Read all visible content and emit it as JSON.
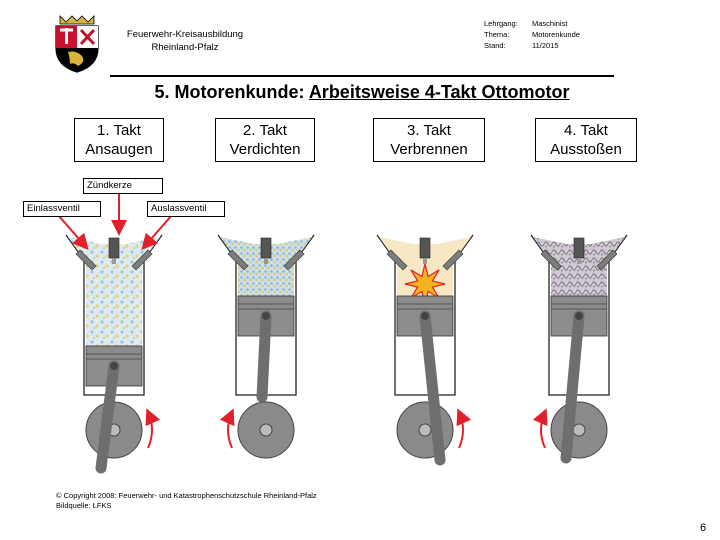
{
  "header": {
    "org_line1": "Feuerwehr-Kreisausbildung",
    "org_line2": "Rheinland-Pfalz",
    "meta": [
      {
        "key": "Lehrgang:",
        "value": "Maschinist"
      },
      {
        "key": "Thema:",
        "value": "Motorenkunde"
      },
      {
        "key": "Stand:",
        "value": "11/2015"
      }
    ]
  },
  "title": {
    "prefix": "5. Motorenkunde: ",
    "underlined": "Arbeitsweise 4-Takt Ottomotor"
  },
  "strokes": [
    {
      "line1": "1. Takt",
      "line2": "Ansaugen"
    },
    {
      "line1": "2. Takt",
      "line2": "Verdichten"
    },
    {
      "line1": "3. Takt",
      "line2": "Verbrennen"
    },
    {
      "line1": "4. Takt",
      "line2": "Ausstoßen"
    }
  ],
  "labels": {
    "spark_plug": "Zündkerze",
    "intake_valve": "Einlassventil",
    "exhaust_valve": "Auslassventil"
  },
  "footer": {
    "copyright": "© Copyright 2008: Feuerwehr- und Katastrophenschutzschule Rheinland-Pfalz",
    "image_source": "Bildquelle: LFKS"
  },
  "page_number": "6",
  "colors": {
    "arrow_red": "#e0202a",
    "metal_grey": "#7d7d7d",
    "chamber_outline": "#222222",
    "mixture_blue": "#9fc4dc",
    "mixture_yellow": "#e4d27a",
    "flame": "#f3b41d",
    "exhaust_grey": "#8a7f8d",
    "crest_red": "#c8102e",
    "crest_gold": "#d9b43c"
  }
}
